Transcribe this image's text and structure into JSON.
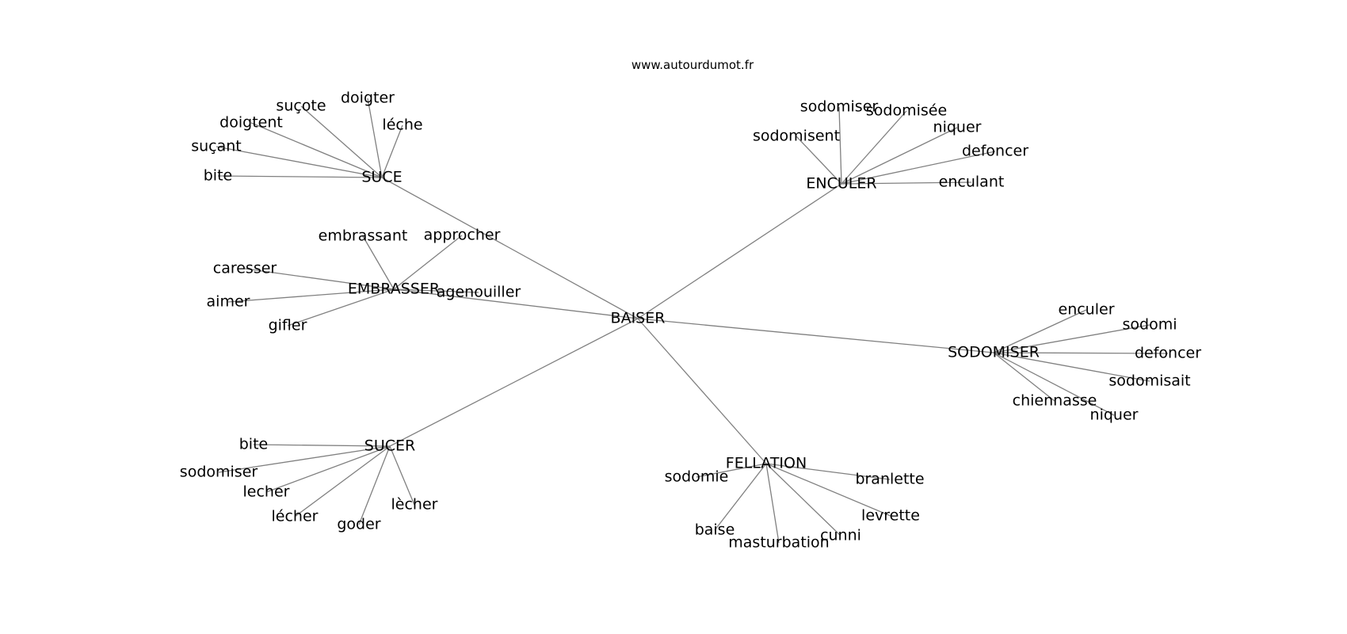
{
  "site": "www.autourdumot.fr",
  "center": "BAISER",
  "clusters": [
    {
      "word": "SUCE",
      "leaves": [
        "suçote",
        "doigter",
        "doigtent",
        "léche",
        "suçant",
        "bite"
      ]
    },
    {
      "word": "EMBRASSER",
      "leaves": [
        "embrassant",
        "approcher",
        "caresser",
        "aimer",
        "gifler",
        "agenouiller"
      ]
    },
    {
      "word": "ENCULER",
      "leaves": [
        "sodomiser",
        "sodomisée",
        "sodomisent",
        "niquer",
        "defoncer",
        "enculant"
      ]
    },
    {
      "word": "SODOMISER",
      "leaves": [
        "enculer",
        "sodomi",
        "defoncer",
        "sodomisait",
        "chiennasse",
        "niquer"
      ]
    },
    {
      "word": "SUCER",
      "leaves": [
        "bite",
        "sodomiser",
        "lecher",
        "lécher",
        "goder",
        "lècher"
      ]
    },
    {
      "word": "FELLATION",
      "leaves": [
        "sodomie",
        "branlette",
        "levrette",
        "baise",
        "masturbation",
        "cunni"
      ]
    }
  ],
  "colors": {
    "edge": "#808080",
    "text": "#000000",
    "background": "#ffffff"
  }
}
